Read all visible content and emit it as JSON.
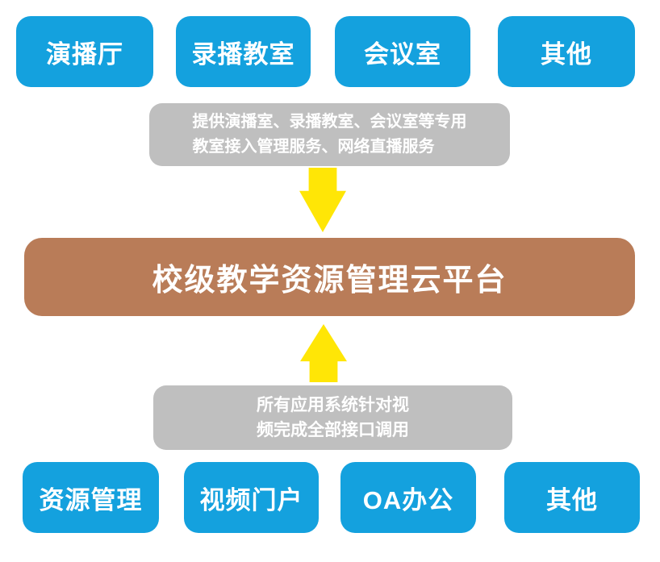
{
  "colors": {
    "blue": "#14A1DE",
    "gray": "#BFBFBF",
    "brown": "#B97C58",
    "yellow": "#FFE606",
    "text": "#FFFFFF",
    "background": "#FFFFFF"
  },
  "top_row": {
    "labels": [
      "演播厅",
      "录播教室",
      "会议室",
      "其他"
    ]
  },
  "top_note": {
    "lines": [
      "提供演播室、录播教室、会议室等专用",
      "教室接入管理服务、网络直播服务"
    ]
  },
  "center": {
    "title": "校级教学资源管理云平台"
  },
  "bottom_note": {
    "lines": [
      "所有应用系统针对视",
      "频完成全部接口调用"
    ]
  },
  "bottom_row": {
    "labels": [
      "资源管理",
      "视频门户",
      "OA办公",
      "其他"
    ]
  }
}
